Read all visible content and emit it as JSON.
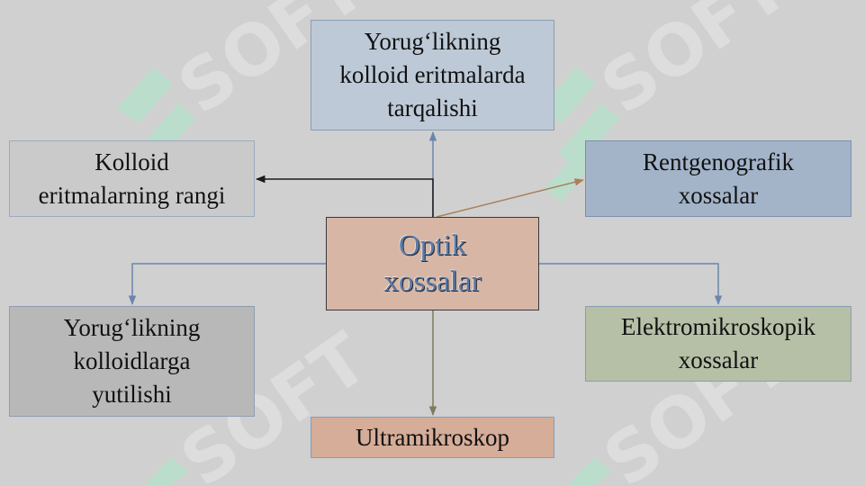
{
  "diagram": {
    "center": {
      "lines": [
        "Optik",
        "xossalar"
      ]
    },
    "nodes": {
      "top": {
        "lines": [
          "Yorug‘likning",
          "kolloid eritmalarda",
          "tarqalishi"
        ]
      },
      "left": {
        "lines": [
          "Kolloid",
          "eritmalarning rangi"
        ]
      },
      "right": {
        "lines": [
          "Rentgenografik",
          "xossalar"
        ]
      },
      "bottom_left": {
        "lines": [
          "Yorug‘likning",
          "kolloidlarga",
          "yutilishi"
        ]
      },
      "bottom_right": {
        "lines": [
          "Elektromikroskopik",
          "xossalar"
        ]
      },
      "bottom": {
        "lines": [
          "Ultramikroskop"
        ]
      }
    }
  },
  "watermark": {
    "text": "SOFT"
  },
  "colors": {
    "background": "#d0d0d0",
    "center_text": "#5d7aa8",
    "connector_black": "#1a1a1a",
    "connector_blue": "#6a86ad",
    "connector_brown": "#a8805a",
    "connector_olive": "#7d7a5e"
  }
}
